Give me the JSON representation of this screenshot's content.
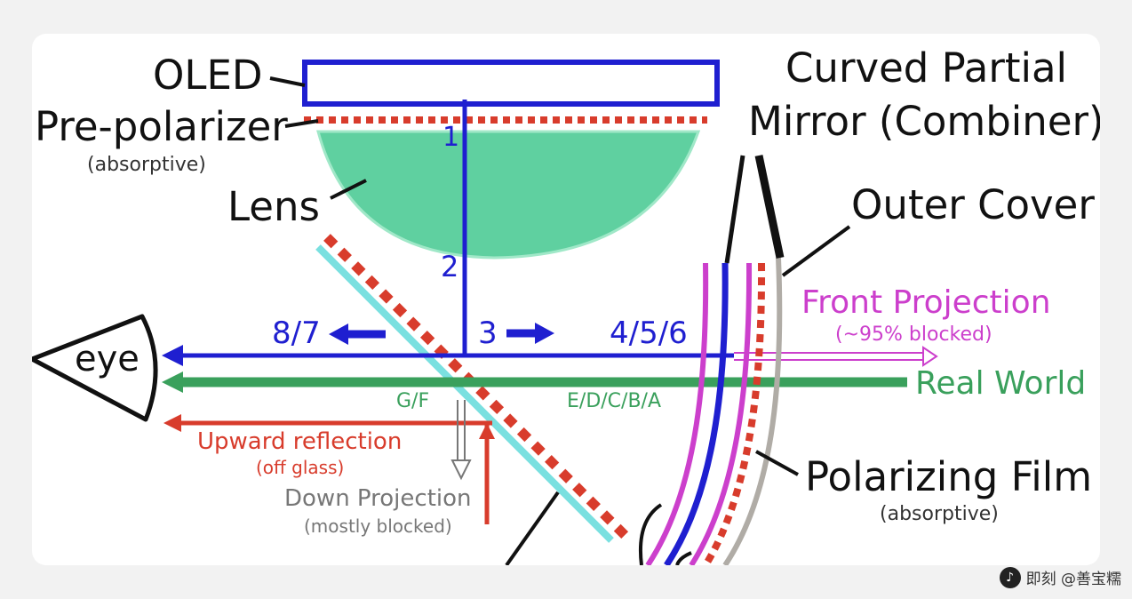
{
  "labels": {
    "oled": "OLED",
    "pre_polarizer": "Pre-polarizer",
    "pre_polarizer_sub": "(absorptive)",
    "lens": "Lens",
    "curved_mirror_line1": "Curved Partial",
    "curved_mirror_line2": "Mirror (Combiner)",
    "outer_cover": "Outer Cover",
    "front_projection": "Front Projection",
    "front_projection_sub": "(~95% blocked)",
    "real_world": "Real World",
    "eye": "eye",
    "upward_reflection": "Upward reflection",
    "upward_reflection_sub": "(off glass)",
    "down_projection": "Down Projection",
    "down_projection_sub": "(mostly blocked)",
    "polarizing_film": "Polarizing Film",
    "polarizing_film_sub": "(absorptive)"
  },
  "path_labels": {
    "p1": "1",
    "p2": "2",
    "p3": "3",
    "p87": "8/7",
    "p456": "4/5/6",
    "gf": "G/F",
    "edcba": "E/D/C/B/A"
  },
  "watermark": {
    "logo": "♪",
    "text": "即刻 @善宝糯"
  },
  "colors": {
    "blue": "#1f1fd0",
    "green": "#3aa05c",
    "red": "#d83c2c",
    "magenta": "#cc3fcc",
    "lens_fill": "#5fd0a0",
    "cyan": "#7ae0e0",
    "gray": "#b0aca6"
  }
}
